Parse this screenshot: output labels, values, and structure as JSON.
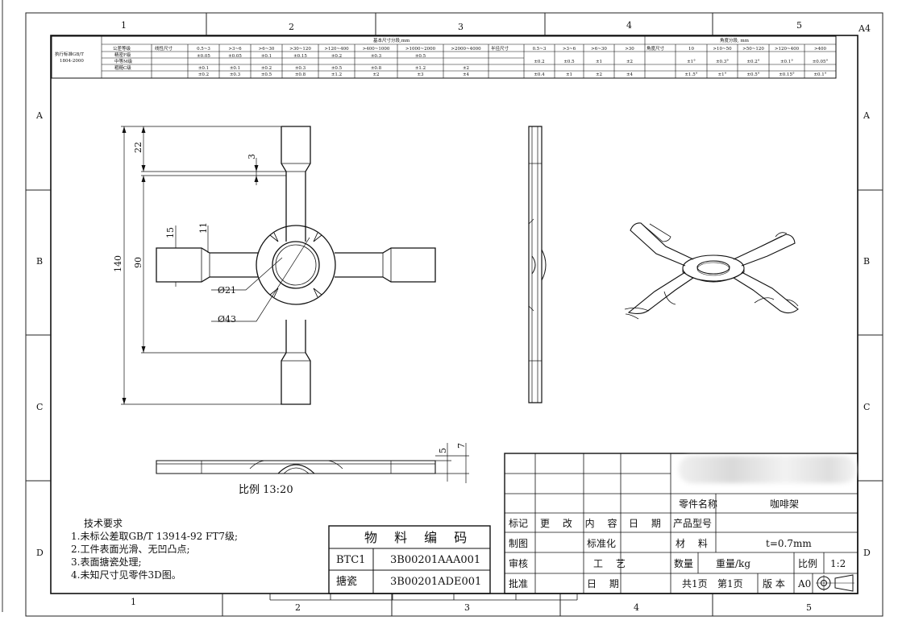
{
  "sheet": {
    "format": "A4",
    "zone_cols": [
      "1",
      "2",
      "3",
      "4",
      "5"
    ],
    "zone_rows": [
      "A",
      "B",
      "C",
      "D"
    ]
  },
  "tol_table": {
    "standard": "执行标准GB/T",
    "standard_no": "1804-2000",
    "grade_header": "公差等级",
    "grades": [
      "精密F级",
      "中等M级",
      "粗糙C级"
    ],
    "linear_header": "线性尺寸",
    "basic_header": "基本尺寸分段,mm",
    "linear_ranges": [
      "0.5~3",
      ">3~6",
      ">6~30",
      ">30~120",
      ">120~400",
      ">400~1000",
      ">1000~2000",
      ">2000~4000"
    ],
    "linear_f": [
      "±0.05",
      "±0.05",
      "±0.1",
      "±0.15",
      "±0.2",
      "±0.3",
      "±0.5",
      ""
    ],
    "linear_m": [
      "±0.1",
      "±0.1",
      "±0.2",
      "±0.3",
      "±0.5",
      "±0.8",
      "±1.2",
      "±2"
    ],
    "linear_c": [
      "±0.2",
      "±0.3",
      "±0.5",
      "±0.8",
      "±1.2",
      "±2",
      "±3",
      "±4"
    ],
    "radius_header": "半径尺寸",
    "radius_ranges": [
      "0.5~3",
      ">3~6",
      ">6~30",
      ">30"
    ],
    "radius_fm": [
      "±0.2",
      "±0.5",
      "±1",
      "±2"
    ],
    "radius_c": [
      "±0.4",
      "±1",
      "±2",
      "±4"
    ],
    "angle_group_header": "角度分段, mm",
    "angle_header": "角度尺寸",
    "angle_ranges": [
      "10",
      ">10~50",
      ">50~120",
      ">120~400",
      ">400"
    ],
    "angle_fm": [
      "±1°",
      "±0.3°",
      "±0.2°",
      "±0.1°",
      "±0.05°"
    ],
    "angle_c": [
      "±1.5°",
      "±1°",
      "±0.5°",
      "±0.15°",
      "±0.1°"
    ]
  },
  "dims": {
    "d22": "22",
    "d3": "3",
    "d15": "15",
    "d11": "11",
    "d140": "140",
    "d90": "90",
    "dia21": "Ø21",
    "dia43": "Ø43",
    "d5": "5",
    "d7": "7"
  },
  "scale_note": "比例 13:20",
  "requirements": {
    "title": "技术要求",
    "items": [
      "1.未标公差取GB/T 13914-92 FT7级;",
      "2.工件表面光滑、无凹凸点;",
      "3.表面搪瓷处理;",
      "4.未知尺寸见零件3D图。"
    ]
  },
  "material_code": {
    "title": "物 料 编 码",
    "rows": [
      {
        "label": "BTC1",
        "code": "3B00201AAA001"
      },
      {
        "label": "搪瓷",
        "code": "3B00201ADE001"
      }
    ]
  },
  "title_block": {
    "part_name_label": "零件名称",
    "part_name": "咖啡架",
    "mark": "标记",
    "change": "更 改 内 容",
    "date": "日 期",
    "product_model": "产品型号",
    "drawn": "制图",
    "standardize": "标准化",
    "material_label": "材 料",
    "material": "t=0.7mm",
    "review": "审核",
    "process": "工 艺",
    "qty": "数量",
    "weight": "重量/kg",
    "scale_label": "比例",
    "scale": "1:2",
    "approve": "批准",
    "date2": "日 期",
    "pages": "共1页",
    "page": "第1页",
    "version_label": "版 本",
    "version": "A0"
  }
}
